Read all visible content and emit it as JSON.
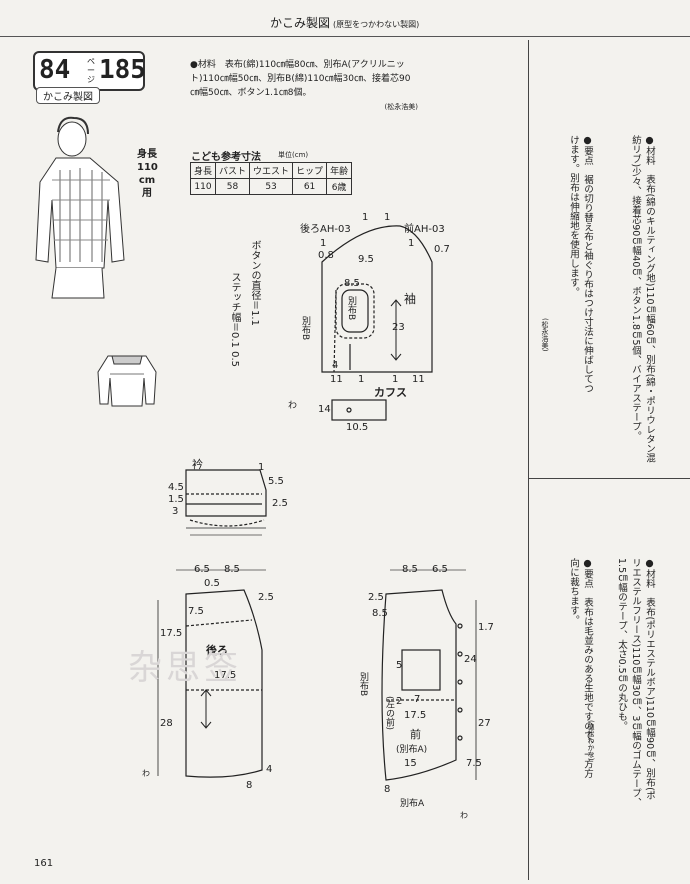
{
  "header": {
    "title": "かこみ製図",
    "subtitle": "(原型をつかわない製図)"
  },
  "badge": {
    "number": "84",
    "page_label": "ページ",
    "number2": "185",
    "label": "かこみ製図"
  },
  "materials": {
    "text": "●材料　表布(綿)110㎝幅80㎝、別布A(アクリルニット)110㎝幅50㎝、別布B(綿)110㎝幅30㎝、接着芯90㎝幅50㎝、ボタン1.1㎝8個。",
    "credit": "(松永浩美)"
  },
  "height_label": "身長 110 cm 用",
  "size_table": {
    "title": "こども参考寸法",
    "unit": "単位(cm)",
    "headers": [
      "身長",
      "バスト",
      "ウエスト",
      "ヒップ",
      "年齢"
    ],
    "values": [
      "110",
      "58",
      "53",
      "61",
      "6歳"
    ]
  },
  "button_note": "ボタンの直径＝1.1",
  "stitch_note": "ステッチ幅＝0.1 0.5",
  "pattern_labels": {
    "back_ah": "後ろAH-03",
    "front_ah": "前AH-03",
    "sleeve": "袖",
    "cuffs": "カフス",
    "collar": "衿",
    "back": "後ろ",
    "front": "前",
    "fabric_b": "別布B",
    "fabric_b2": "別布B",
    "fabric_b3": "別布B",
    "fabric_a": "(別布A)",
    "fabric_a2": "別布A",
    "left_front": "(左の前)",
    "fold": "わ",
    "fold2": "わ",
    "fold3": "わ"
  },
  "dims": {
    "d1": "1",
    "d2": "1",
    "d3": "1",
    "d4": "1",
    "d5": "0.7",
    "d6": "0.8",
    "d7": "9.5",
    "d8": "8.5",
    "d9": "23",
    "d10": "4",
    "d11": "11",
    "d12": "11",
    "d13": "1",
    "d14": "1",
    "d15": "14",
    "d16": "10.5",
    "d17": "4.5",
    "d18": "1.5",
    "d19": "3",
    "d20": "5.5",
    "d21": "2.5",
    "d22": "1",
    "d23": "6.5",
    "d24": "8.5",
    "d25": "0.5",
    "d26": "7.5",
    "d27": "2.5",
    "d28": "17.5",
    "d29": "17.5",
    "d30": "28",
    "d31": "4",
    "d32": "8",
    "d33": "8.5",
    "d34": "6.5",
    "d35": "2.5",
    "d36": "1.7",
    "d37": "8.5",
    "d38": "24",
    "d39": "17.5",
    "d40": "27",
    "d41": "15",
    "d42": "7.5",
    "d43": "8",
    "d44": "5",
    "d45": "2",
    "d46": "7"
  },
  "right_notes": {
    "note1": "●材料　表布(綿のキルティング地)110㎝幅60㎝、別布(綿・ポリウレタン混紡リブ)少々、接着芯90㎝幅40㎝、ボタン1.8㎝5個、バイアステープ。",
    "note1b": "●要点　裾の切り替え布と袖ぐり布はつけ寸法に伸ばしてつけます。別布は伸縮地を使用します。",
    "credit1": "(松永浩美)",
    "note2": "●材料　表布(ポリエステルボア)110㎝幅90㎝、別布(ポリエステルフリース)110㎝幅30㎝、3㎝幅のゴムテープ、1.5㎝幅のテープ、太さ0.5㎝の丸ひも。",
    "note2b": "●要点　表布は毛並みのある生地ですので、一方方向に裁ちます。",
    "credit2": "(植松わかな)"
  },
  "watermark": "杂思签",
  "page_number": "161"
}
